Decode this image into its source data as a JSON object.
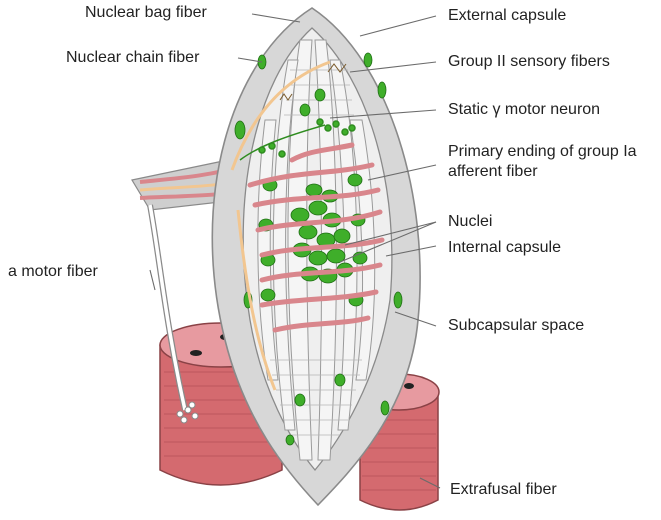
{
  "labels": {
    "nuclear_bag_fiber": "Nuclear bag fiber",
    "nuclear_chain_fiber": "Nuclear chain fiber",
    "external_capsule": "External capsule",
    "group_ii_sensory_fibers": "Group II sensory fibers",
    "static_gamma_motor_neuron": "Static γ motor neuron",
    "primary_ending": "Primary ending of group Ia afferent fiber",
    "nuclei": "Nuclei",
    "internal_capsule": "Internal capsule",
    "alpha_motor_fiber": "a motor fiber",
    "subcapsular_space": "Subcapsular space",
    "extrafusal_fiber": "Extrafusal fiber"
  },
  "colors": {
    "capsule": "#d7d7d7",
    "capsule_outline": "#8a8a8a",
    "intrafusal_fiber": "#eeeeee",
    "nucleus_green": "#3fae2a",
    "afferent_pink": "#d9868c",
    "extrafusal_red": "#d46a6f",
    "motor_fiber_tan": "#f2c690",
    "nerve_white": "#ffffff"
  }
}
